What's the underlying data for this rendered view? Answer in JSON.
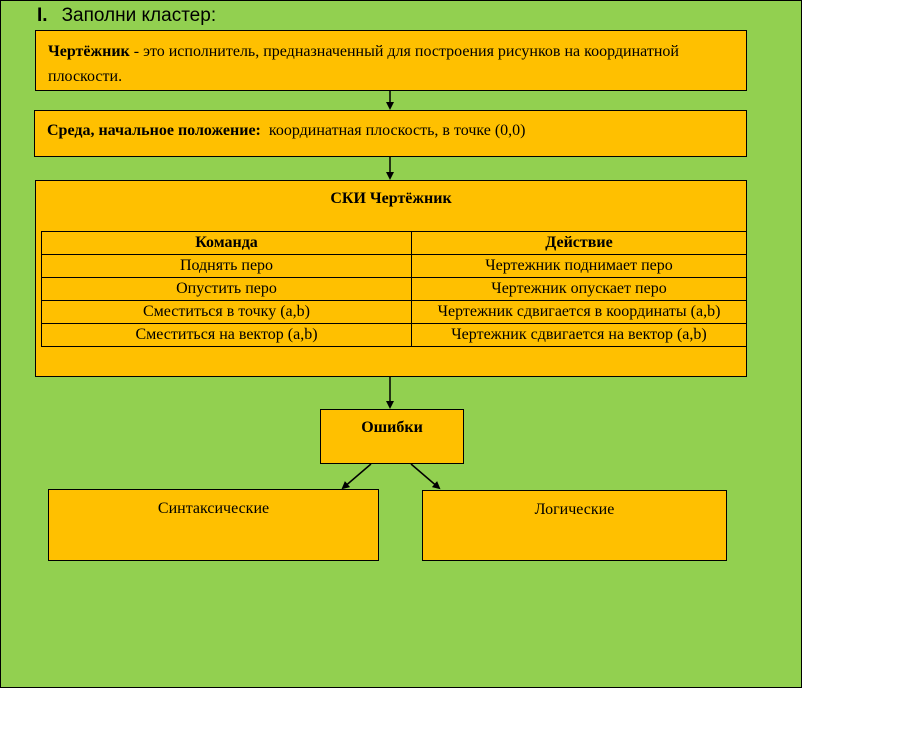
{
  "heading": {
    "number": "I.",
    "text": "Заполни кластер:"
  },
  "definition": {
    "term": "Чертёжник",
    "text": " - это исполнитель, предназначенный для построения рисунков на координатной плоскости."
  },
  "environment": {
    "label": "Среда, начальное положение:",
    "text": "  координатная плоскость, в точке (0,0)"
  },
  "ski": {
    "title": "СКИ Чертёжник",
    "columns": [
      "Команда",
      "Действие"
    ],
    "rows": [
      [
        "Поднять перо",
        "Чертежник поднимает перо"
      ],
      [
        "Опустить перо",
        "Чертежник опускает перо"
      ],
      [
        "Сместиться в точку (a,b)",
        "Чертежник сдвигается в координаты (a,b)"
      ],
      [
        "Сместиться на вектор (a,b)",
        "Чертежник сдвигается на вектор (a,b)"
      ]
    ]
  },
  "errors": {
    "title": "Ошибки",
    "syntax": "Синтаксические",
    "logical": "Логические"
  },
  "colors": {
    "background": "#92d050",
    "box": "#ffc000",
    "border": "#000000"
  }
}
